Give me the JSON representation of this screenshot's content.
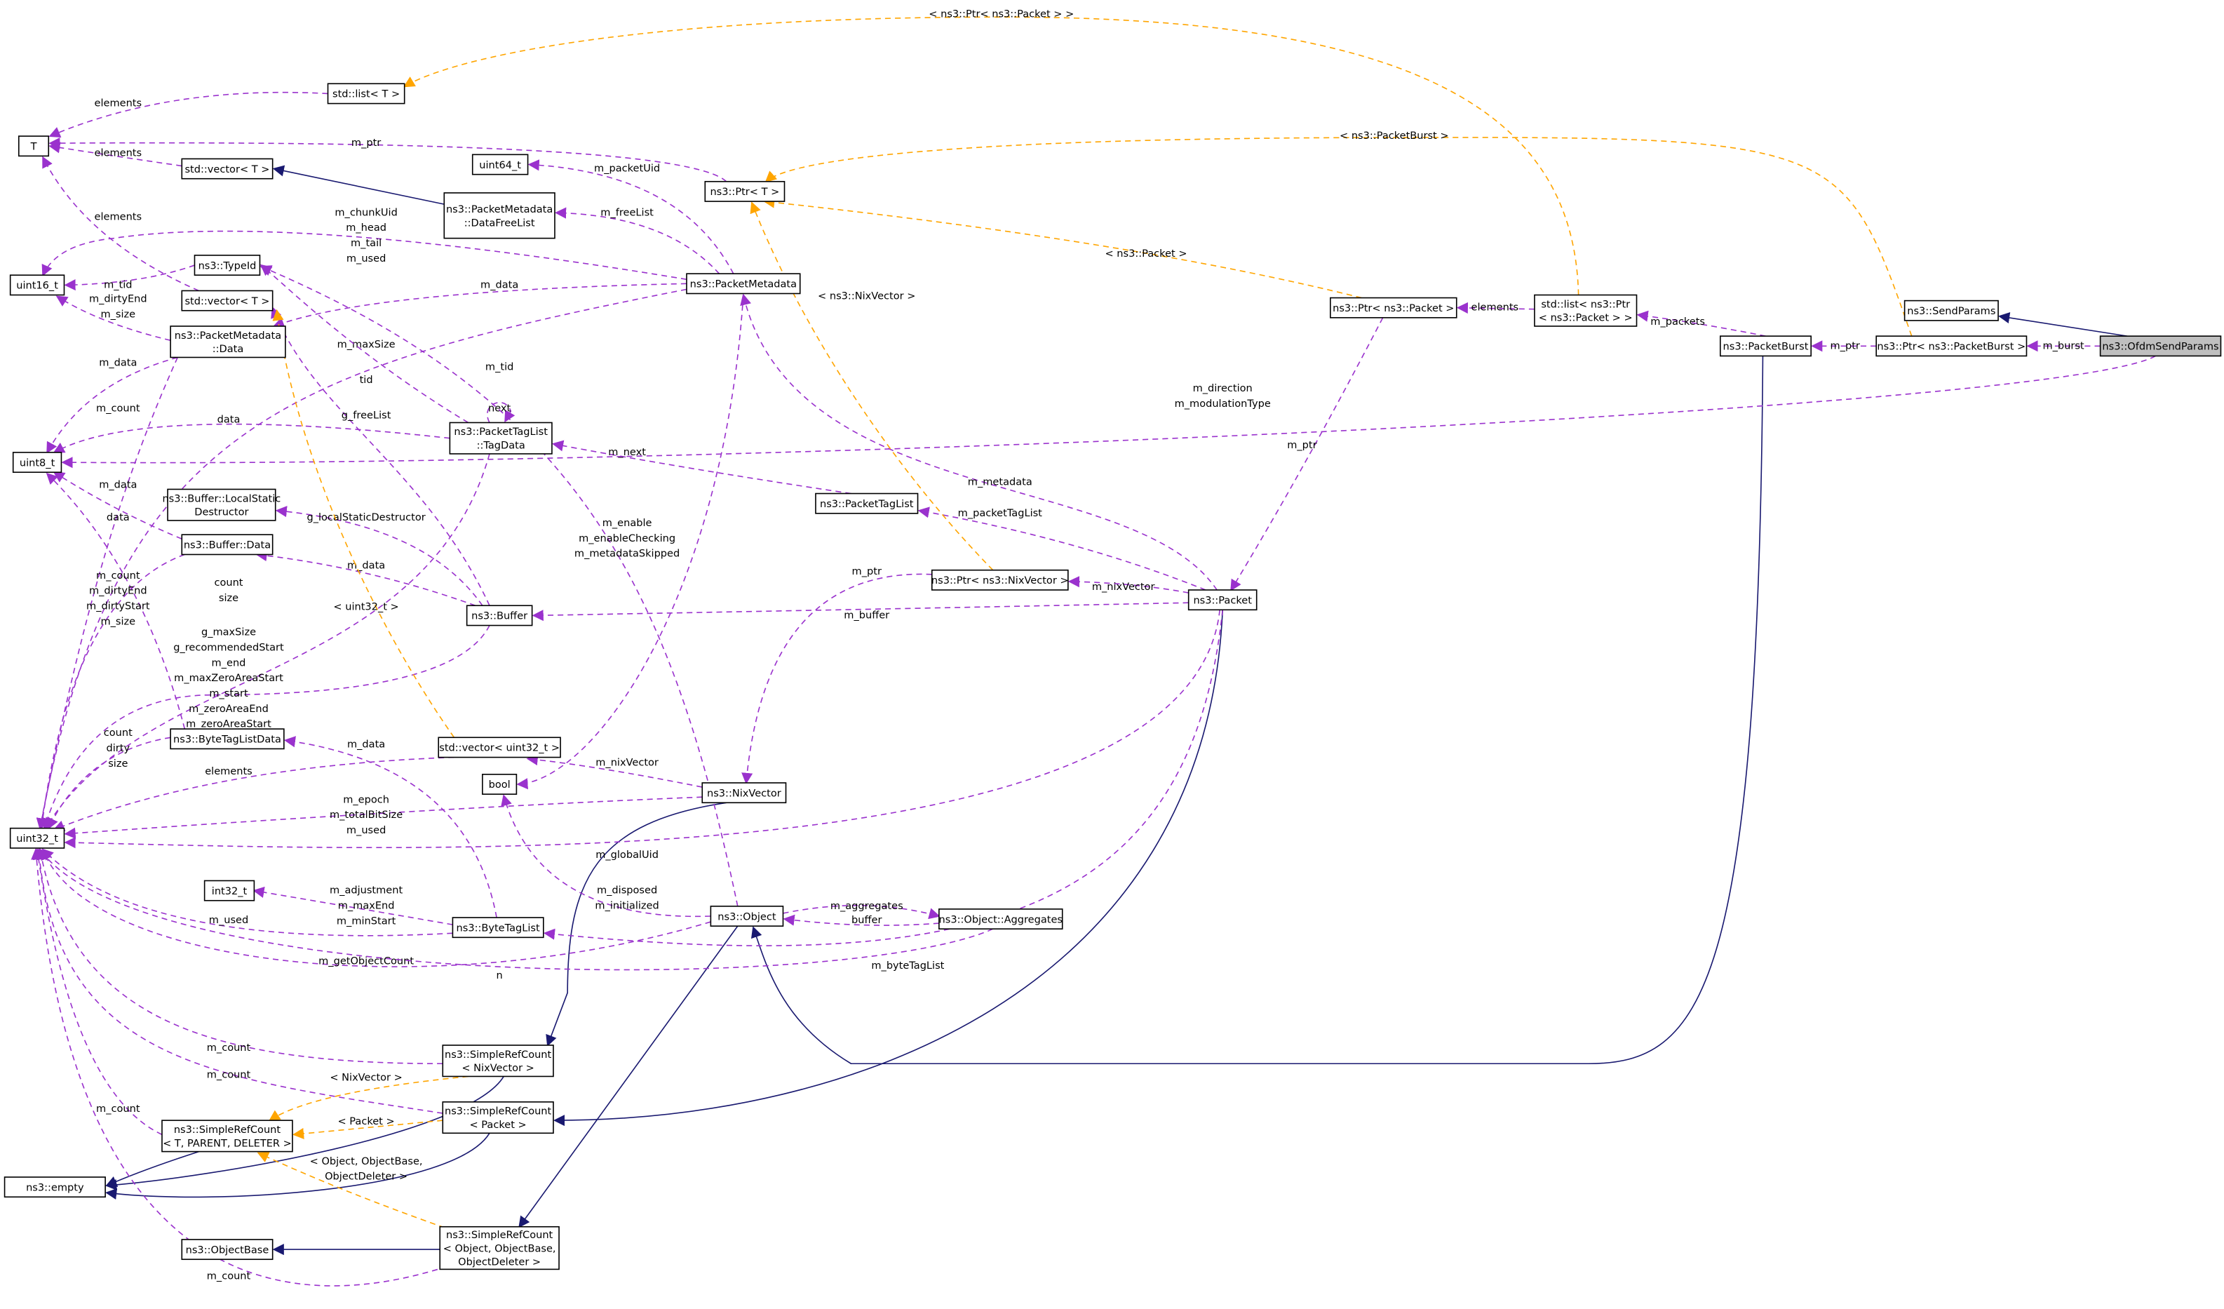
{
  "colors": {
    "usage": "#9a32cd",
    "template": "#ffa500",
    "inheritance": "#191970",
    "focus_fill": "#bfbfbf"
  },
  "nodes": {
    "T": [
      "T"
    ],
    "stdlistT": [
      "std::list< T >"
    ],
    "stdvectorT1": [
      "std::vector< T >"
    ],
    "uint64": [
      "uint64_t"
    ],
    "ptrT": [
      "ns3::Ptr< T >"
    ],
    "dfl": [
      "ns3::PacketMetadata",
      "::DataFreeList"
    ],
    "typeid": [
      "ns3::TypeId"
    ],
    "uint16": [
      "uint16_t"
    ],
    "stdvectorT2": [
      "std::vector< T >"
    ],
    "pm": [
      "ns3::PacketMetadata"
    ],
    "pmdata": [
      "ns3::PacketMetadata",
      "::Data"
    ],
    "uint8": [
      "uint8_t"
    ],
    "tagdata": [
      "ns3::PacketTagList",
      "::TagData"
    ],
    "lsd": [
      "ns3::Buffer::LocalStatic",
      "Destructor"
    ],
    "bufdata": [
      "ns3::Buffer::Data"
    ],
    "buffer": [
      "ns3::Buffer"
    ],
    "btld": [
      "ns3::ByteTagListData"
    ],
    "vecu32": [
      "std::vector< uint32_t >"
    ],
    "bool": [
      "bool"
    ],
    "nix": [
      "ns3::NixVector"
    ],
    "uint32": [
      "uint32_t"
    ],
    "int32": [
      "int32_t"
    ],
    "btl": [
      "ns3::ByteTagList"
    ],
    "object": [
      "ns3::Object"
    ],
    "aggr": [
      "ns3::Object::Aggregates"
    ],
    "srcnix": [
      "ns3::SimpleRefCount",
      "< NixVector >"
    ],
    "srcpkt": [
      "ns3::SimpleRefCount",
      "< Packet >"
    ],
    "srct": [
      "ns3::SimpleRefCount",
      "< T, PARENT, DELETER >"
    ],
    "empty": [
      "ns3::empty"
    ],
    "objbase": [
      "ns3::ObjectBase"
    ],
    "srcobj": [
      "ns3::SimpleRefCount",
      "< Object, ObjectBase,",
      "ObjectDeleter >"
    ],
    "ptl": [
      "ns3::PacketTagList"
    ],
    "ptrnix": [
      "ns3::Ptr< ns3::NixVector >"
    ],
    "packet": [
      "ns3::Packet"
    ],
    "ptrpkt": [
      "ns3::Ptr< ns3::Packet >"
    ],
    "listptr": [
      "std::list< ns3::Ptr",
      "< ns3::Packet > >"
    ],
    "pburst": [
      "ns3::PacketBurst"
    ],
    "ptrpb": [
      "ns3::Ptr< ns3::PacketBurst >"
    ],
    "sendparams": [
      "ns3::SendParams"
    ],
    "ofdm": [
      "ns3::OfdmSendParams"
    ]
  },
  "edges": [
    [
      "elements"
    ],
    [
      "elements"
    ],
    [
      "elements"
    ],
    [
      "m_ptr"
    ],
    [
      "m_packetUid"
    ],
    [
      "m_freeList"
    ],
    [
      "m_chunkUid",
      "m_head",
      "m_tail",
      "m_used"
    ],
    [
      "m_tid"
    ],
    [
      "m_dirtyEnd",
      "m_size"
    ],
    [
      "m_data"
    ],
    [
      "m_maxSize"
    ],
    [
      "tid"
    ],
    [
      "next"
    ],
    [
      "g_freeList"
    ],
    [
      "m_tid"
    ],
    [
      "m_data"
    ],
    [
      "data"
    ],
    [
      "m_count"
    ],
    [
      "count",
      "size"
    ],
    [
      "m_next"
    ],
    [
      "m_packetTagList"
    ],
    [
      "m_metadata"
    ],
    [
      "m_direction",
      "m_modulationType"
    ],
    [
      "g_localStaticDestructor"
    ],
    [
      "m_data"
    ],
    [
      "data"
    ],
    [
      "m_data"
    ],
    [
      "m_count",
      "m_dirtyEnd",
      "m_dirtyStart",
      "m_size"
    ],
    [
      "g_maxSize",
      "g_recommendedStart",
      "m_end",
      "m_maxZeroAreaStart",
      "m_start",
      "m_zeroAreaEnd",
      "m_zeroAreaStart"
    ],
    [
      "< uint32_t >"
    ],
    [
      "m_enable",
      "m_enableChecking",
      "m_metadataSkipped"
    ],
    [
      "m_ptr"
    ],
    [
      "m_nixVector"
    ],
    [
      "m_buffer"
    ],
    [
      "< ns3::NixVector >"
    ],
    [
      "count",
      "dirty",
      "size"
    ],
    [
      "m_data"
    ],
    [
      "elements"
    ],
    [
      "m_nixVector"
    ],
    [
      "m_epoch",
      "m_totalBitSize",
      "m_used"
    ],
    [
      "m_globalUid"
    ],
    [
      "m_disposed",
      "m_initialized"
    ],
    [
      "m_adjustment",
      "m_maxEnd",
      "m_minStart"
    ],
    [
      "m_used"
    ],
    [
      "m_aggregates"
    ],
    [
      "buffer"
    ],
    [
      "m_getObjectCount"
    ],
    [
      "m_byteTagList"
    ],
    [
      "n"
    ],
    [
      "m_count"
    ],
    [
      "m_count"
    ],
    [
      "m_count"
    ],
    [
      "< NixVector >"
    ],
    [
      "< Packet >"
    ],
    [
      "< Object, ObjectBase,",
      "ObjectDeleter >"
    ],
    [
      "m_count"
    ],
    [
      "< ns3::Packet >"
    ],
    [
      "< ns3::Ptr< ns3::Packet > >"
    ],
    [
      "< ns3::PacketBurst >"
    ],
    [
      "elements"
    ],
    [
      "m_packets"
    ],
    [
      "m_ptr"
    ],
    [
      "m_burst"
    ],
    [
      "m_ptr"
    ]
  ]
}
